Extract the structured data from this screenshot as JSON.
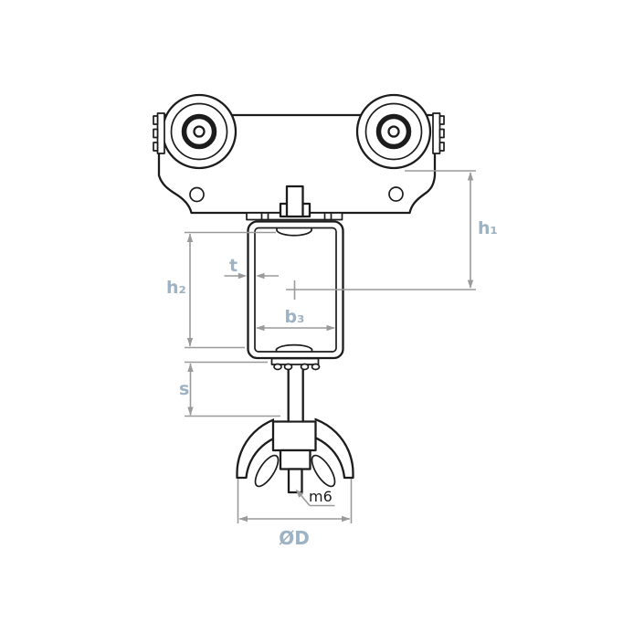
{
  "labels": {
    "h1": "h₁",
    "h2": "h₂",
    "t": "t",
    "b3": "b₃",
    "s": "s",
    "m6": "m6",
    "diameter_d": "ØD"
  },
  "colors": {
    "line": "#1c1c1c",
    "dimension": "#9a9a9a",
    "label": "#9db2c3",
    "m6_label": "#1c1c1c"
  }
}
